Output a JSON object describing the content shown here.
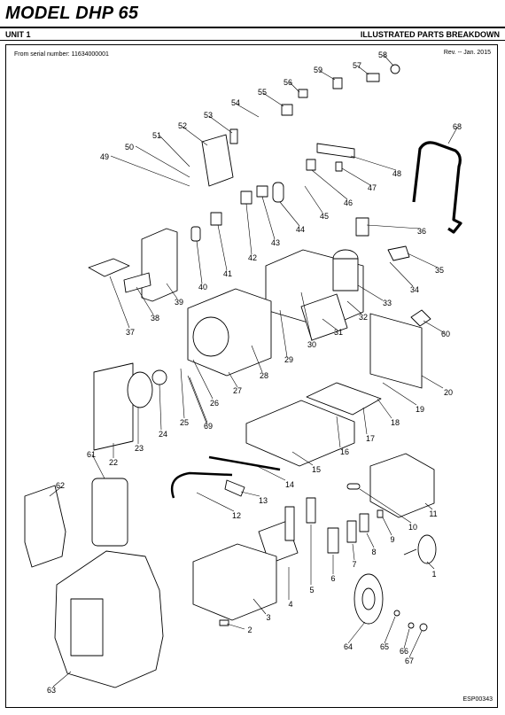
{
  "header": {
    "title": "MODEL DHP 65",
    "unit": "UNIT 1",
    "section": "ILLUSTRATED PARTS BREAKDOWN"
  },
  "info": {
    "serial": "From serial number: 11634000001",
    "revision": "Rev. -- Jan. 2015"
  },
  "footer": {
    "doc_id": "ESP00343"
  },
  "callouts": [
    "1",
    "2",
    "3",
    "4",
    "5",
    "6",
    "7",
    "8",
    "9",
    "10",
    "11",
    "12",
    "13",
    "14",
    "15",
    "16",
    "17",
    "18",
    "19",
    "20",
    "22",
    "23",
    "24",
    "25",
    "26",
    "27",
    "28",
    "29",
    "30",
    "31",
    "32",
    "33",
    "34",
    "35",
    "36",
    "37",
    "38",
    "39",
    "40",
    "41",
    "42",
    "43",
    "44",
    "45",
    "46",
    "47",
    "48",
    "49",
    "50",
    "51",
    "52",
    "53",
    "54",
    "55",
    "56",
    "57",
    "58",
    "59",
    "60",
    "61",
    "62",
    "63",
    "64",
    "65",
    "66",
    "67",
    "68",
    "69"
  ]
}
